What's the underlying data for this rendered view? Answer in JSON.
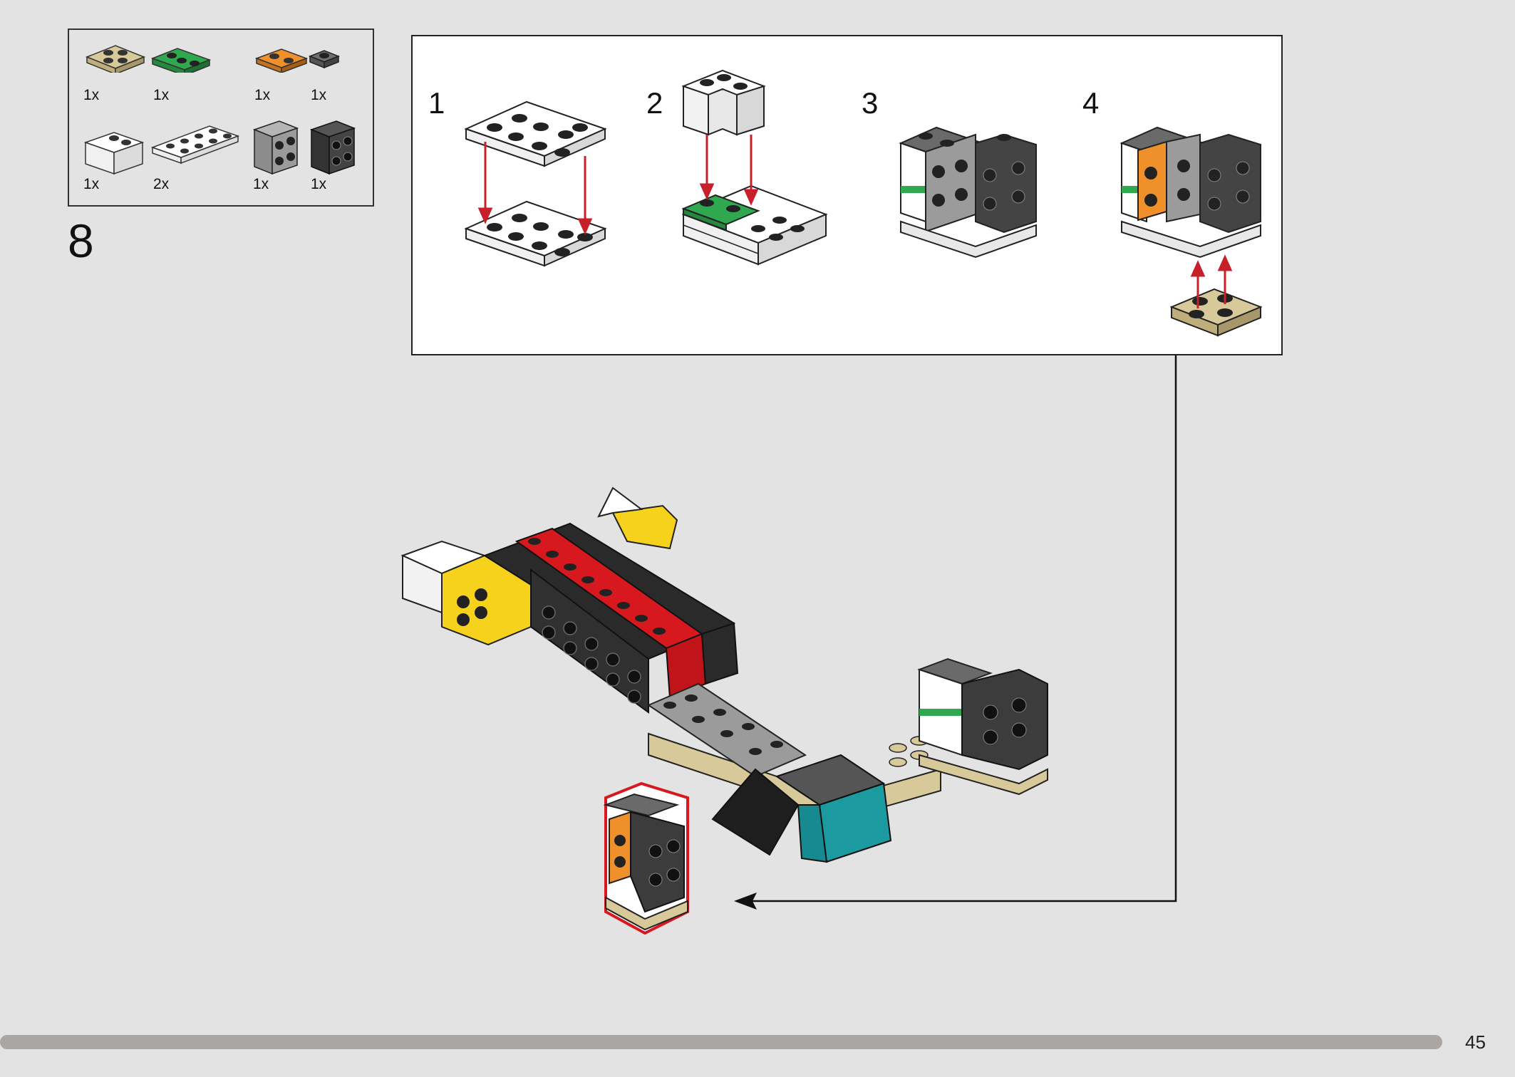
{
  "parts_list": [
    {
      "name": "tan-plate-2x2",
      "color": "#d8c99a",
      "qty": "1x"
    },
    {
      "name": "green-plate-corner",
      "color": "#2fa84f",
      "qty": "1x"
    },
    {
      "name": "orange-plate-1x2",
      "color": "#f0902a",
      "qty": "1x"
    },
    {
      "name": "dark-gray-plate-1x1",
      "color": "#6f6f6f",
      "qty": "1x"
    },
    {
      "name": "white-brick-corner",
      "color": "#f4f4f4",
      "qty": "1x"
    },
    {
      "name": "white-plate-2x4",
      "color": "#f4f4f4",
      "qty": "2x"
    },
    {
      "name": "gray-brick-studs-side",
      "color": "#9b9b9b",
      "qty": "1x"
    },
    {
      "name": "black-brick-studs-side",
      "color": "#4a4a4a",
      "qty": "1x"
    }
  ],
  "step_number": "8",
  "substeps": [
    "1",
    "2",
    "3",
    "4"
  ],
  "page_number": "45",
  "progress_fraction": 0.95,
  "colors": {
    "background": "#e3e3e3",
    "arrow_red": "#c8202a",
    "highlight_red": "#d7191f",
    "progress": "#a9a6a3"
  }
}
